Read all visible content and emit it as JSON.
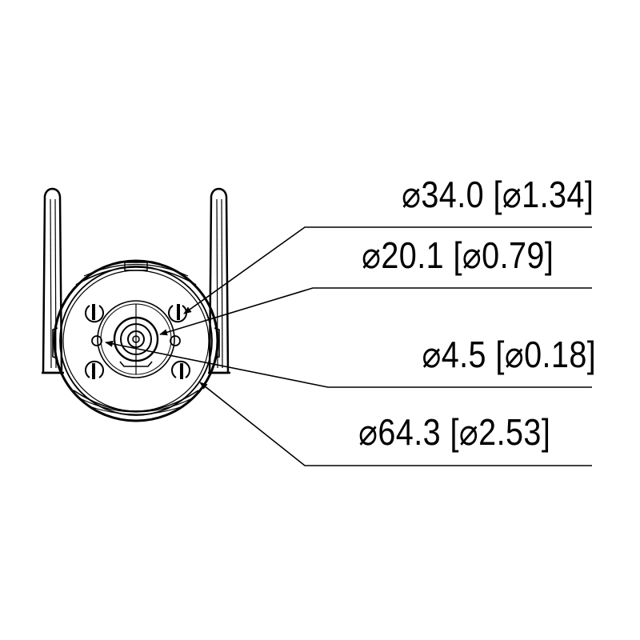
{
  "dimensions": [
    {
      "id": "lens-housing-diameter",
      "label": "⌀34.0 [⌀1.34]"
    },
    {
      "id": "lens-diameter",
      "label": "⌀20.1 [⌀0.79]"
    },
    {
      "id": "screw-hole-diameter",
      "label": "⌀4.5 [⌀0.18]"
    },
    {
      "id": "body-diameter",
      "label": "⌀64.3 [⌀2.53]"
    }
  ],
  "colors": {
    "line": "#000000",
    "background": "#ffffff"
  }
}
